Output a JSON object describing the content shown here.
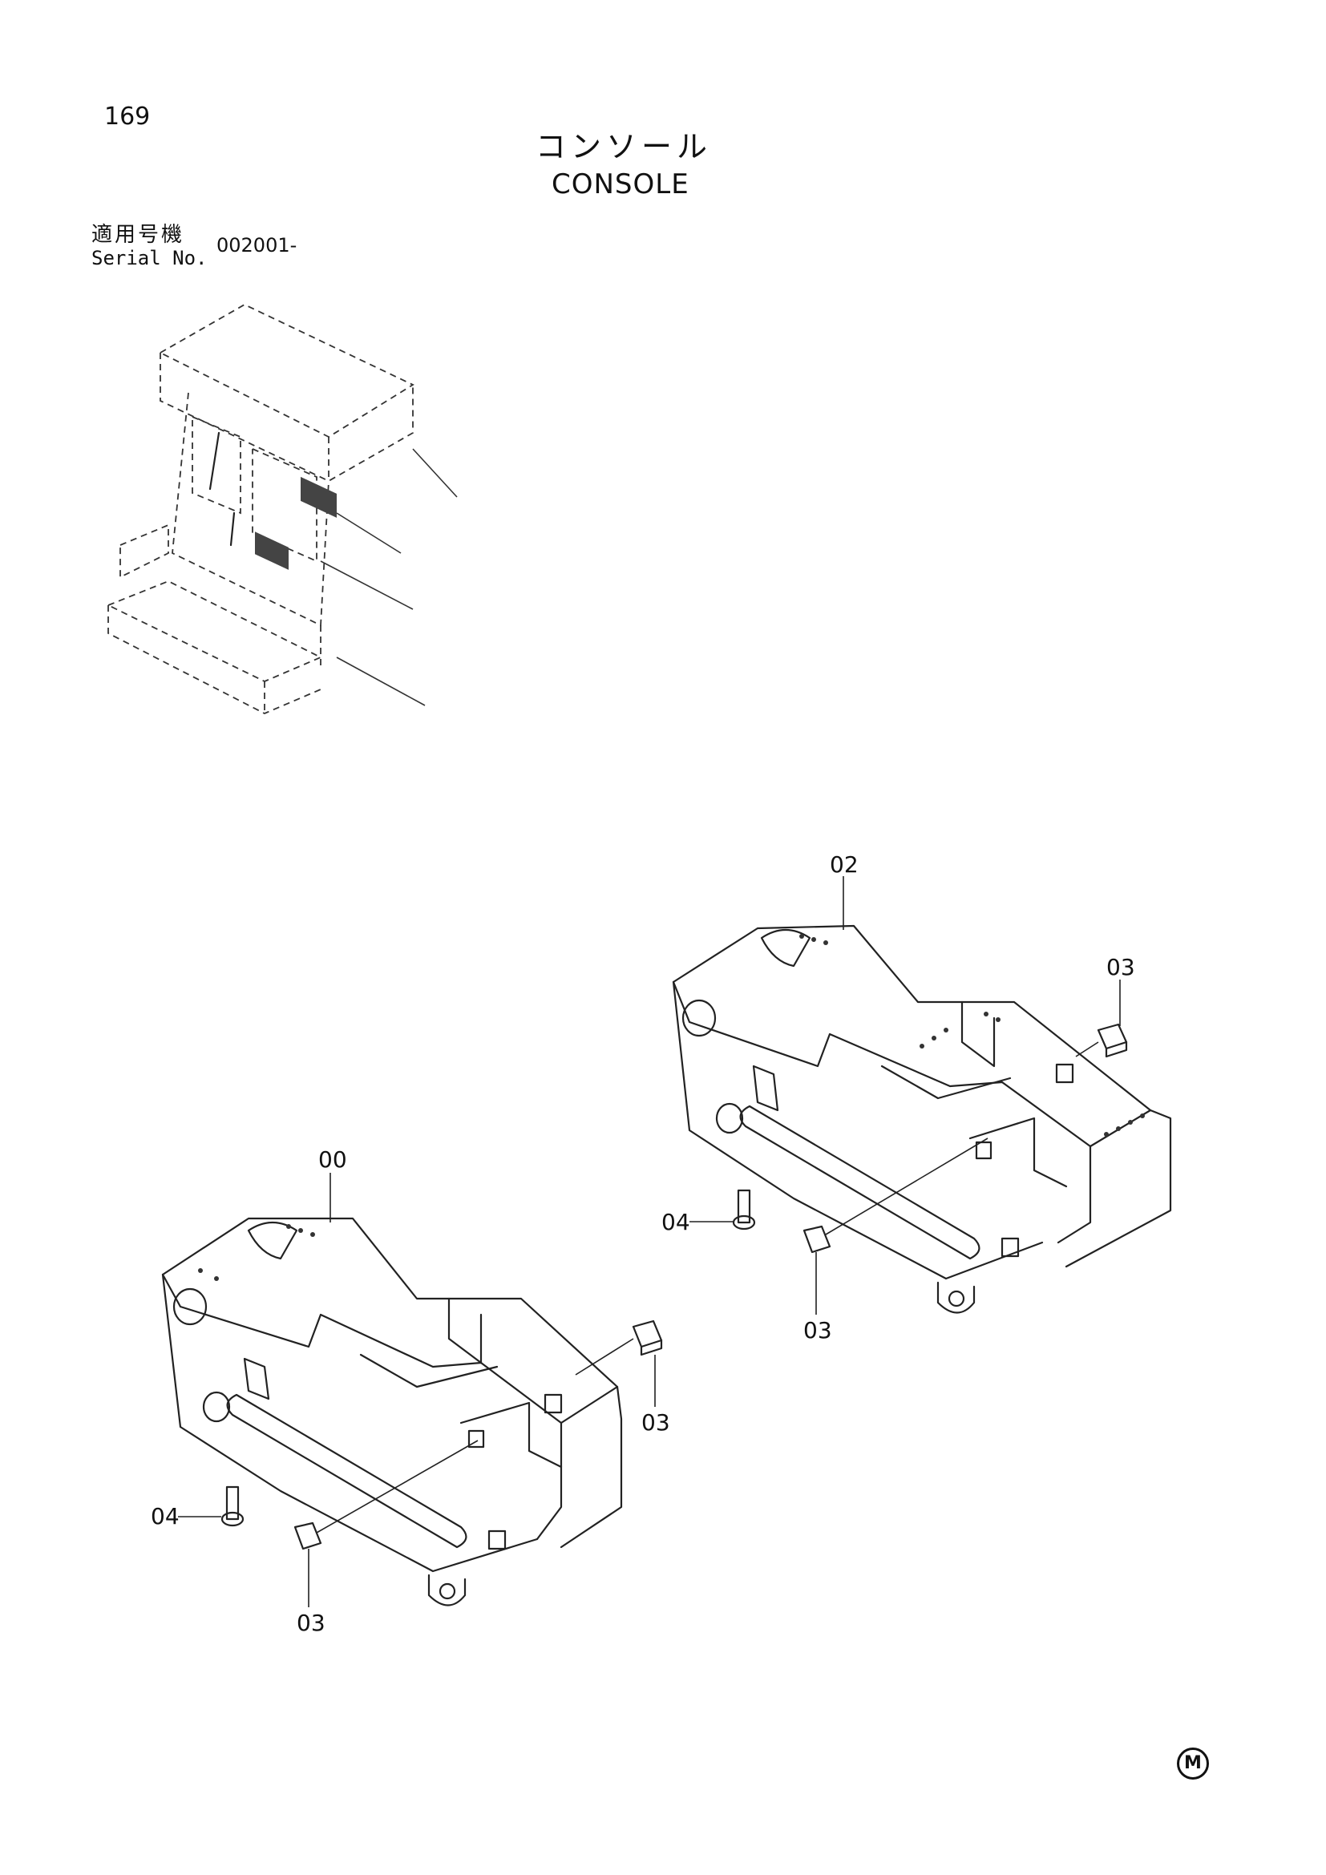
{
  "header": {
    "page_number": "169",
    "title_jp": "コンソール",
    "title_en": "CONSOLE"
  },
  "applicability": {
    "label_jp": "適用号機",
    "label_en": "Serial No.",
    "value": "002001-"
  },
  "callouts": {
    "c00": "00",
    "c02": "02",
    "c03_right_top": "03",
    "c03_right_bottom": "03",
    "c04_right": "04",
    "c03_left_top": "03",
    "c03_left_bottom": "03",
    "c04_left": "04"
  },
  "footer": {
    "manufacturer_mark": "M"
  }
}
